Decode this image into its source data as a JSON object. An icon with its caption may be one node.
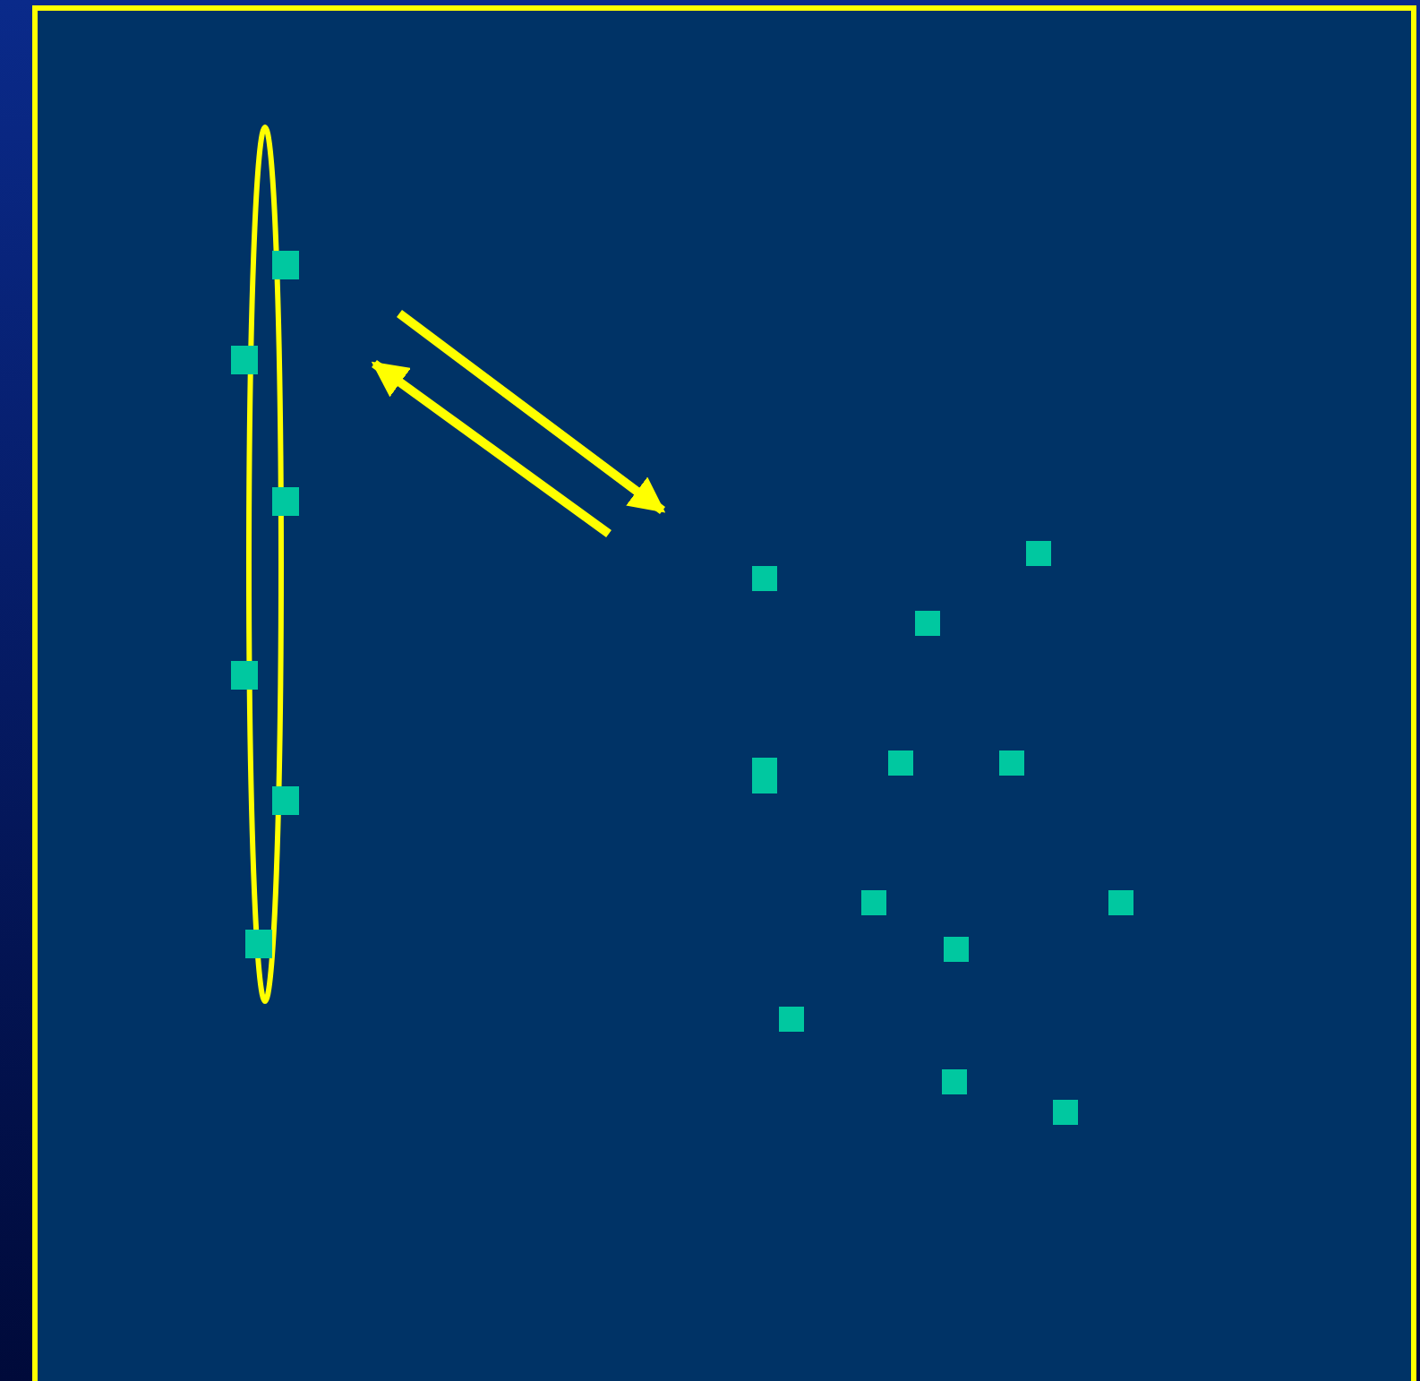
{
  "diagram": {
    "nodes": [
      {
        "text": [],
        "shape": "ellipse"
      },
      {
        "text": [],
        "shape": "box",
        "in": 0
      },
      {
        "text": [],
        "shape": "box",
        "in": 0
      },
      {
        "text": [],
        "shape": "box",
        "in": 0
      },
      {
        "text": [],
        "shape": "box",
        "in": 0
      },
      {
        "text": [],
        "shape": "box",
        "in": 0
      },
      {
        "text": [],
        "shape": "box",
        "in": 0
      },
      {
        "text": [],
        "shape": "box"
      },
      {
        "text": [],
        "shape": "box"
      },
      {
        "text": [],
        "shape": "box"
      },
      {
        "text": [],
        "shape": "box"
      },
      {
        "text": [],
        "shape": "box"
      },
      {
        "text": [],
        "shape": "box"
      },
      {
        "text": [],
        "shape": "box"
      },
      {
        "text": [],
        "shape": "box"
      },
      {
        "text": [],
        "shape": "box"
      },
      {
        "text": [],
        "shape": "box"
      },
      {
        "text": [],
        "shape": "box"
      },
      {
        "text": [],
        "shape": "box"
      }
    ]
  }
}
